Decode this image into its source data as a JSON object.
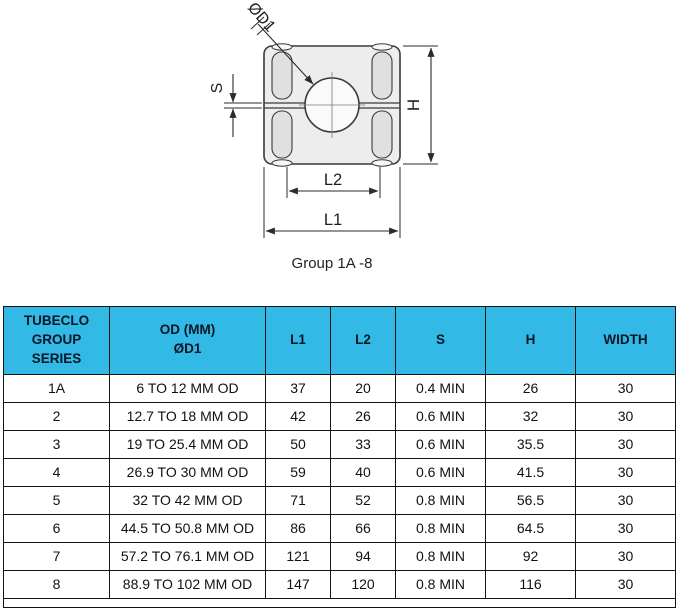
{
  "colors": {
    "accent": "#33b9e6"
  },
  "diagram": {
    "caption": "Group 1A -8",
    "labels": {
      "d1": "ØD1",
      "s": "S",
      "h": "H",
      "l2": "L2",
      "l1": "L1"
    }
  },
  "table": {
    "columns": [
      {
        "line1": "TUBECLO",
        "line2": "GROUP SERIES"
      },
      {
        "line1": "OD (MM)",
        "line2": "ØD1"
      },
      {
        "line1": "L1"
      },
      {
        "line1": "L2"
      },
      {
        "line1": "S"
      },
      {
        "line1": "H"
      },
      {
        "line1": "WIDTH"
      }
    ],
    "rows": [
      [
        "1A",
        "6 TO 12 MM OD",
        "37",
        "20",
        "0.4 MIN",
        "26",
        "30"
      ],
      [
        "2",
        "12.7 TO 18 MM OD",
        "42",
        "26",
        "0.6 MIN",
        "32",
        "30"
      ],
      [
        "3",
        "19 TO 25.4 MM OD",
        "50",
        "33",
        "0.6 MIN",
        "35.5",
        "30"
      ],
      [
        "4",
        "26.9 TO 30 MM OD",
        "59",
        "40",
        "0.6 MIN",
        "41.5",
        "30"
      ],
      [
        "5",
        "32 TO 42 MM OD",
        "71",
        "52",
        "0.8 MIN",
        "56.5",
        "30"
      ],
      [
        "6",
        "44.5 TO 50.8 MM OD",
        "86",
        "66",
        "0.8 MIN",
        "64.5",
        "30"
      ],
      [
        "7",
        "57.2 TO 76.1 MM OD",
        "121",
        "94",
        "0.8 MIN",
        "92",
        "30"
      ],
      [
        "8",
        "88.9 TO 102 MM OD",
        "147",
        "120",
        "0.8 MIN",
        "116",
        "30"
      ]
    ]
  }
}
